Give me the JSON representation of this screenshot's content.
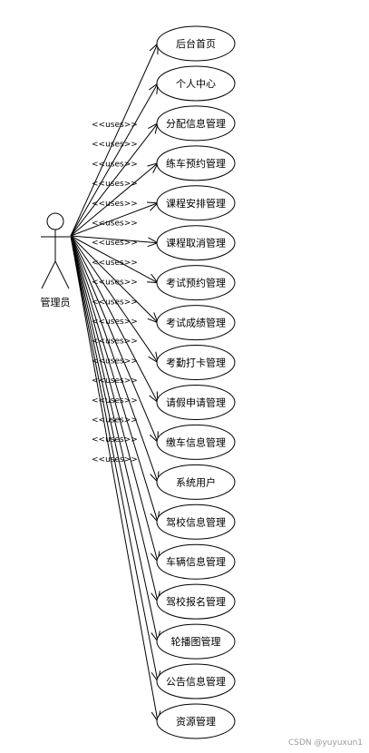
{
  "actor": {
    "label": "管理员"
  },
  "relation_label": "<<uses>>",
  "use_cases": [
    "后台首页",
    "个人中心",
    "分配信息管理",
    "练车预约管理",
    "课程安排管理",
    "课程取消管理",
    "考试预约管理",
    "考试成绩管理",
    "考勤打卡管理",
    "请假申请管理",
    "缴车信息管理",
    "系统用户",
    "驾校信息管理",
    "车辆信息管理",
    "驾校报名管理",
    "轮播图管理",
    "公告信息管理",
    "资源管理"
  ],
  "watermark": "CSDN @yuyuxun1"
}
